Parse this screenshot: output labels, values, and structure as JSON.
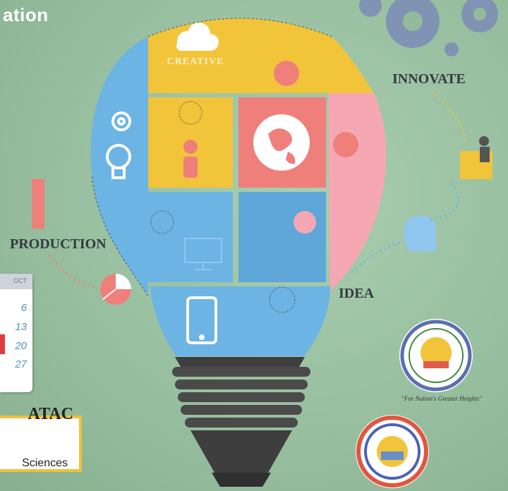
{
  "header": {
    "title_fragment": "ation"
  },
  "bulb": {
    "labels": {
      "creative": "CREATIVE",
      "innovate": "INNOVATE",
      "production": "PRODUCTION",
      "idea": "IDEA"
    },
    "icons": [
      "cloud-icon",
      "gear-icon",
      "lightbulb-icon",
      "person-icon",
      "globe-icon",
      "monitor-icon",
      "tablet-icon",
      "pie-chart-icon",
      "worker-desk-icon",
      "head-icon",
      "gears-icon"
    ]
  },
  "calendar": {
    "header": "OCT",
    "dates": [
      "6",
      "13",
      "20",
      "27"
    ]
  },
  "institution": {
    "short_name": "ATAC",
    "subtitle": "Sciences",
    "motto": "\"For Nation's Greater Heights\""
  },
  "colors": {
    "yellow": "#f2c43a",
    "coral": "#ef7f7a",
    "pink": "#f5a8b4",
    "blue": "#6cb4e4",
    "socket": "#4a4a4a",
    "background": "#9fc4a4"
  }
}
